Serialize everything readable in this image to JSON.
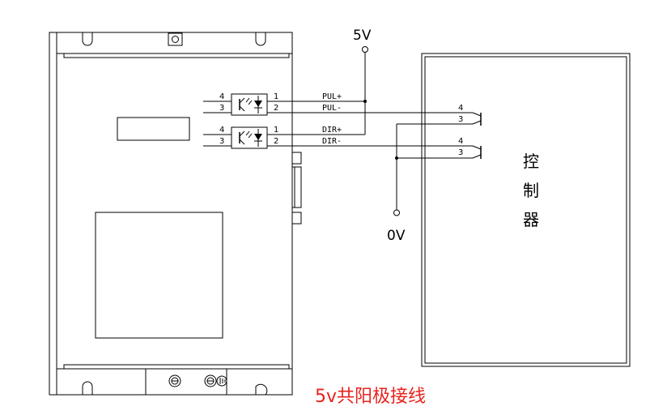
{
  "diagram": {
    "caption": "5v共阳极接线",
    "caption_color": "#e8231e",
    "supply_label": "5V",
    "ground_label": "0V",
    "controller": {
      "char1": "控",
      "char2": "制",
      "char3": "器",
      "pin_top_a": "4",
      "pin_top_b": "3",
      "pin_bot_a": "4",
      "pin_bot_b": "3"
    },
    "opto_pul": {
      "pin_left_top": "4",
      "pin_left_bottom": "3",
      "pin_right_top": "1",
      "pin_right_bottom": "2",
      "signal_plus": "PUL+",
      "signal_minus": "PUL-"
    },
    "opto_dir": {
      "pin_left_top": "4",
      "pin_left_bottom": "3",
      "pin_right_top": "1",
      "pin_right_bottom": "2",
      "signal_plus": "DIR+",
      "signal_minus": "DIR-"
    },
    "icons": [
      "optocoupler-icon",
      "terminal-screw-icon",
      "ground-symbol-icon"
    ]
  }
}
